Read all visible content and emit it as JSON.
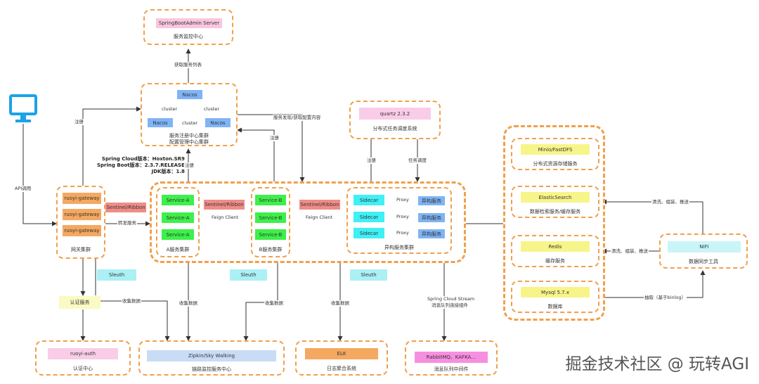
{
  "admin": {
    "title": "SpringBootAdmin Server",
    "caption": "服务监控中心"
  },
  "nacos": {
    "top": "Nacos",
    "left": "Nacos",
    "right": "Nacos",
    "cluster_a": "cluster",
    "cluster_b": "cluster",
    "cluster_c": "cluster",
    "caption_1": "服务注册中心集群",
    "caption_2": "配置管理中心集群"
  },
  "versions": {
    "cloud": "Spring Cloud版本：Hoxton.SR9",
    "boot": "Spring Boot版本：2.3.7.RELEASE",
    "jdk": "JDK版本：1.8"
  },
  "quartz": {
    "title": "quartz 2.3.2",
    "caption": "分布式任务调度系统"
  },
  "gateway": {
    "items": [
      "ruoyi-gateway",
      "ruoyi-gateway",
      "ruoyi-gateway"
    ],
    "caption": "网关集群"
  },
  "service_a": {
    "items": [
      "Service-A",
      "Service-A",
      "Service-A"
    ],
    "caption": "A服务集群"
  },
  "service_b": {
    "items": [
      "Service-B",
      "Service-B",
      "Service-B"
    ],
    "caption": "B服务集群"
  },
  "hetero": {
    "sidecars": [
      "Sidecar",
      "Sidecar",
      "Sidecar"
    ],
    "proxies": [
      "Proxy",
      "Proxy",
      "Proxy"
    ],
    "services": [
      "异构服务",
      "异构服务",
      "异构服务"
    ],
    "caption": "异构服务集群"
  },
  "sentinel": [
    "Sentinel/Ribbon",
    "Sentinel/Ribbon",
    "Sentinel/Ribbon"
  ],
  "feign": [
    "Feign Client",
    "Feign Client"
  ],
  "storage": {
    "minio": {
      "title": "Minio/FastDFS",
      "caption": "分布式资源存储服务"
    },
    "es": {
      "title": "ElasticSearch",
      "caption": "数据检索服务/缓存服务"
    },
    "redis": {
      "title": "Redis",
      "caption": "缓存服务"
    },
    "mysql": {
      "title": "Mysql 5.7.x",
      "caption": "数据库"
    }
  },
  "nifi": {
    "title": "NIFI",
    "caption": "数据同步工具"
  },
  "sleuth": [
    "Sleuth",
    "Sleuth",
    "Sleuth"
  ],
  "auth_service": "认证服务",
  "auth_center": {
    "title": "ruoyi-auth",
    "caption": "认证中心"
  },
  "zipkin": {
    "title": "Zipkin/Sky Walking",
    "caption": "链路监控服务中心"
  },
  "elk": {
    "title": "ELK",
    "caption": "日志聚合系统"
  },
  "mq": {
    "title": "RabbitMQ、KAFKA…",
    "caption": "消息队列中间件"
  },
  "edges": {
    "fetch_list": "获取服务列表",
    "register_1": "注册",
    "register_2": "注册",
    "register_3": "注册",
    "register_q": "注册",
    "discovery": "服务发现/获取配置内容",
    "schedule": "任务调度",
    "api": "API调用",
    "forward": "转发服务",
    "collect_1": "收集数据",
    "collect_2": "收集数据",
    "collect_3": "收集数据",
    "collect_4": "收集数据",
    "stream_1": "Spring Cloud Stream",
    "stream_2": "消息队列连接组件",
    "clean_1": "清洗、组装、推送",
    "clean_2": "清洗、组装、推送",
    "extract": "抽取（基于binlog）"
  },
  "watermark": "掘金技术社区 @ 玩转AGI",
  "colors": {
    "dashed_border": "#f0a04b",
    "nacos": "#7fb4f5",
    "service": "#3df04a",
    "sidecar": "#3ff0f5",
    "gateway": "#f5a860",
    "sentinel": "#f08c88",
    "monitor": "#1aa3e8"
  },
  "icons": {
    "client": "monitor-icon"
  }
}
